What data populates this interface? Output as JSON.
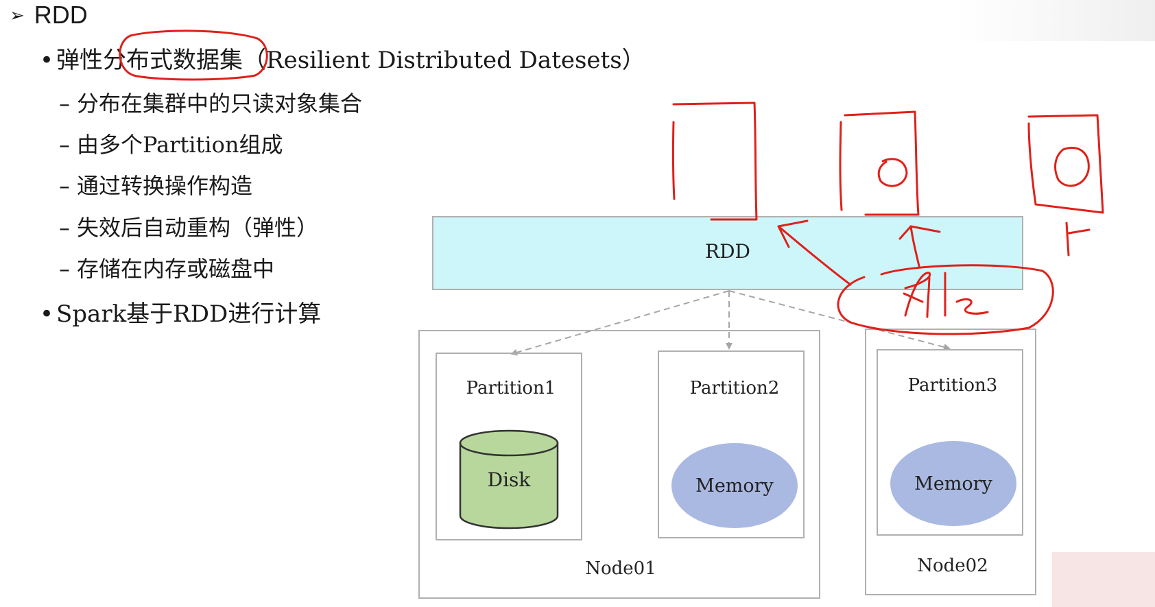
{
  "heading": {
    "marker": "➢",
    "title": "RDD"
  },
  "bullets": [
    {
      "marker": "•",
      "text": "弹性分布式数据集（Resilient Distributed Datesets）"
    },
    {
      "marker": "•",
      "text": "Spark基于RDD进行计算"
    }
  ],
  "sub_items": [
    {
      "marker": "–",
      "text": "分布在集群中的只读对象集合"
    },
    {
      "marker": "–",
      "text": "由多个Partition组成"
    },
    {
      "marker": "–",
      "text": "通过转换操作构造"
    },
    {
      "marker": "–",
      "text": "失效后自动重构（弹性）"
    },
    {
      "marker": "–",
      "text": "存储在内存或磁盘中"
    }
  ],
  "diagram": {
    "rdd_label": "RDD",
    "partitions": [
      {
        "label": "Partition1",
        "storage": "Disk"
      },
      {
        "label": "Partition2",
        "storage": "Memory"
      },
      {
        "label": "Partition3",
        "storage": "Memory"
      }
    ],
    "nodes": [
      {
        "label": "Node01"
      },
      {
        "label": "Node02"
      }
    ],
    "colors": {
      "rdd_fill": "#cdf6fb",
      "disk_fill": "#b8d79c",
      "memory_fill": "#aab9e2",
      "annotation": "#e0201a",
      "connector": "#a6a6a6"
    }
  }
}
